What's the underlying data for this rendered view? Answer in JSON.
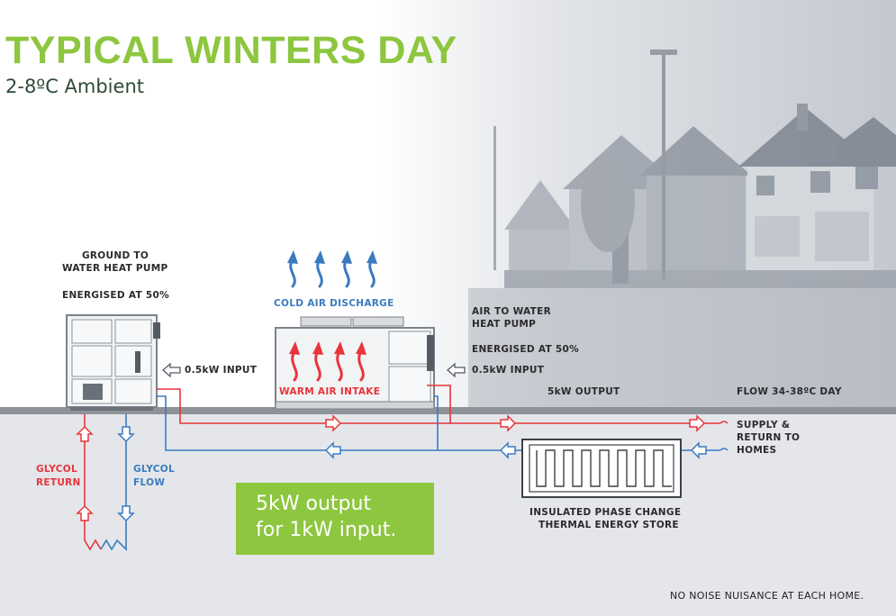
{
  "title": "TYPICAL WINTERS DAY",
  "subtitle": "2-8ºC Ambient",
  "ground_pump": {
    "heading_line1": "GROUND TO",
    "heading_line2": "WATER HEAT PUMP",
    "status": "ENERGISED AT 50%",
    "input": "0.5kW INPUT"
  },
  "air_pump": {
    "heading_line1": "AIR TO WATER",
    "heading_line2": "HEAT PUMP",
    "status": "ENERGISED AT 50%",
    "input": "0.5kW INPUT",
    "discharge_label": "COLD AIR DISCHARGE",
    "intake_label": "WARM AIR INTAKE"
  },
  "output_label": "5kW OUTPUT",
  "flow_label": "FLOW 34-38ºC DAY",
  "supply_line1": "SUPPLY &",
  "supply_line2": "RETURN TO",
  "supply_line3": "HOMES",
  "glycol_return_line1": "GLYCOL",
  "glycol_return_line2": "RETURN",
  "glycol_flow_line1": "GLYCOL",
  "glycol_flow_line2": "FLOW",
  "summary_line1": "5kW output",
  "summary_line2": "for 1kW input.",
  "store_line1": "INSULATED PHASE CHANGE",
  "store_line2": "THERMAL ENERGY STORE",
  "footer": "NO NOISE NUISANCE AT EACH HOME.",
  "colors": {
    "accent_green": "#8dc63f",
    "hot_pipe": "#e8343b",
    "cold_pipe": "#3a7bbf",
    "ground": "#e4e6ea"
  }
}
